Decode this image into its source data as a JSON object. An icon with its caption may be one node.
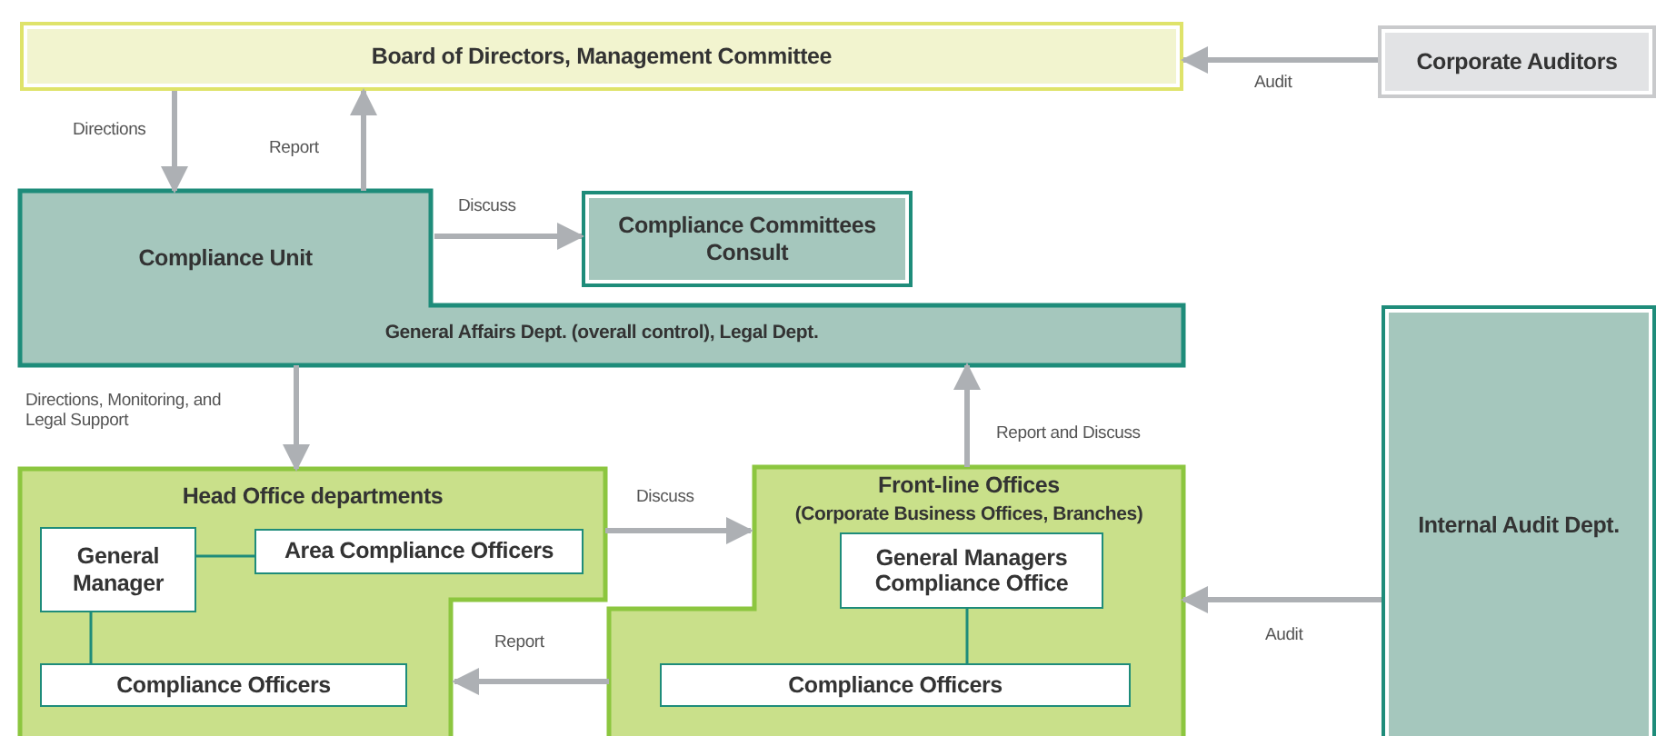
{
  "diagram": {
    "nodes": [
      {
        "text": [
          "Board of Directors, Management Committee"
        ]
      },
      {
        "text": [
          "Corporate Auditors"
        ]
      },
      {
        "text": [
          "Compliance Unit",
          "General Affairs Dept. (overall control), Legal Dept."
        ]
      },
      {
        "text": [
          "Compliance Committees Consult"
        ]
      },
      {
        "text": [
          "Head Office departments"
        ]
      },
      {
        "text": [
          "General Manager"
        ],
        "in": 4
      },
      {
        "text": [
          "Area Compliance Officers"
        ],
        "in": 4
      },
      {
        "text": [
          "Compliance Officers"
        ],
        "in": 4
      },
      {
        "text": [
          "Front-line Offices",
          "(Corporate Business Offices, Branches)"
        ]
      },
      {
        "text": [
          "General Managers Compliance Office"
        ],
        "in": 8
      },
      {
        "text": [
          "Compliance Officers"
        ],
        "in": 8
      },
      {
        "text": [
          "Internal Audit Dept."
        ]
      }
    ],
    "edges": [
      {
        "from": 1,
        "to": 0,
        "arrow": "to",
        "label": "Audit"
      },
      {
        "from": 0,
        "to": 2,
        "arrow": "to",
        "label": "Directions"
      },
      {
        "from": 2,
        "to": 0,
        "arrow": "to",
        "label": "Report"
      },
      {
        "from": 2,
        "to": 3,
        "arrow": "to",
        "label": "Discuss"
      },
      {
        "from": 2,
        "to": 4,
        "arrow": "to",
        "label": "Directions, Monitoring, and Legal Support"
      },
      {
        "from": 8,
        "to": 2,
        "arrow": "to",
        "label": "Report and Discuss"
      },
      {
        "from": 4,
        "to": 8,
        "arrow": "to",
        "label": "Discuss"
      },
      {
        "from": 8,
        "to": 4,
        "arrow": "to",
        "label": "Report"
      },
      {
        "from": 11,
        "to": 8,
        "arrow": "to",
        "label": "Audit"
      },
      {
        "from": 5,
        "to": 6,
        "arrow": "none",
        "color": "#1e8c7a"
      },
      {
        "from": 5,
        "to": 7,
        "arrow": "none",
        "color": "#1e8c7a"
      },
      {
        "from": 9,
        "to": 10,
        "arrow": "none",
        "color": "#1e8c7a"
      }
    ]
  }
}
